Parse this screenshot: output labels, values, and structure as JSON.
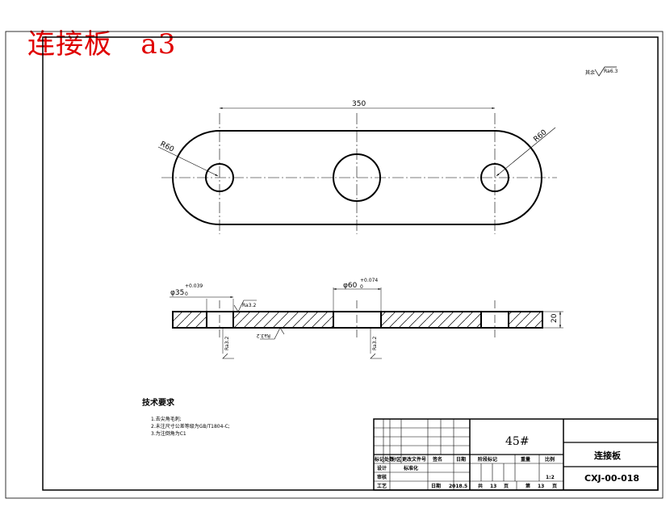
{
  "title": "连接板   a3",
  "roughness": {
    "rest_label": "其余",
    "rest_value": "Ra6.3",
    "top_value": "Ra3.2",
    "bottom_value": "Ra3.2",
    "hole_left_value": "Ra3.2",
    "hole_center_value": "Ra3.2"
  },
  "dimensions": {
    "length": "350",
    "radius_left": "R60",
    "radius_right": "R60",
    "hole_small": "φ35",
    "hole_small_tol": "+0.039",
    "hole_small_tol_low": "0",
    "hole_big": "φ60",
    "hole_big_tol": "+0.074",
    "hole_big_tol_low": "0",
    "thickness": "20"
  },
  "requirements": {
    "title": "技术要求",
    "items": [
      "1.去尖角毛刺;",
      "2.未注尺寸公差等级为GB/T1804-C;",
      "3.为注倒角为C1"
    ]
  },
  "title_block": {
    "material": "45#",
    "part_name": "连接板",
    "drawing_no": "CXJ-00-018",
    "rev_headers": [
      "标记",
      "处数",
      "分区",
      "更改文件号",
      "签名",
      "日期"
    ],
    "row_design": "设计",
    "row_design_std": "标准化",
    "row_review": "审核",
    "row_process": "工艺",
    "date_label": "日期",
    "date_value": "2018.5",
    "stage_label": "阶段标记",
    "weight_label": "重量",
    "scale_label": "比例",
    "scale_value": "1:2",
    "total_label": "共",
    "total_value": "13",
    "sheet_unit": "页",
    "page_label": "第",
    "page_value": "13",
    "page_unit": "页"
  }
}
